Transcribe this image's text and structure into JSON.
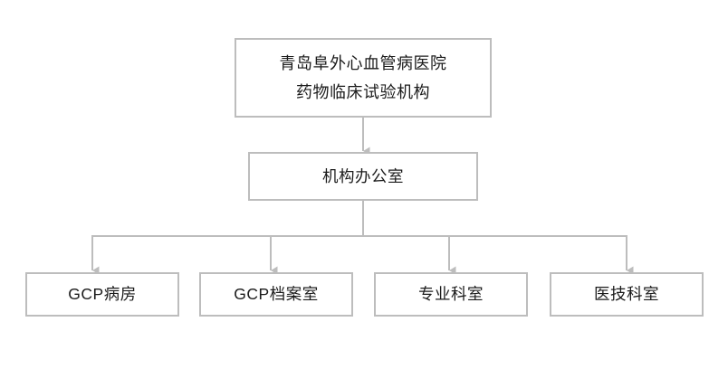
{
  "chart": {
    "type": "org-chart",
    "orientation": "top-down",
    "line_color": "#bdbdbd",
    "box_border_color": "#bdbdbd",
    "box_fill_color": "#ffffff",
    "text_color": "#1b1b1b",
    "background_color": "#ffffff"
  },
  "nodes": {
    "root": {
      "label": "青岛阜外心血管病医院\n药物临床试验机构",
      "line1": "青岛阜外心血管病医院",
      "line2": "药物临床试验机构"
    },
    "office": {
      "label": "机构办公室"
    },
    "leaves": [
      {
        "label": "GCP病房"
      },
      {
        "label": "GCP档案室"
      },
      {
        "label": "专业科室"
      },
      {
        "label": "医技科室"
      }
    ]
  }
}
